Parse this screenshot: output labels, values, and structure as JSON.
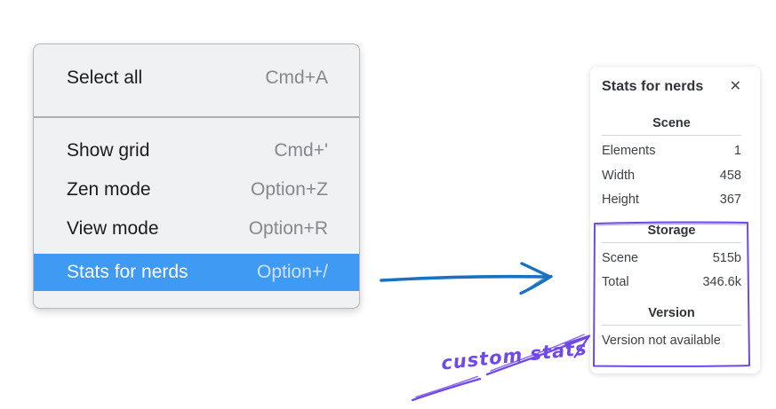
{
  "menu": {
    "items": [
      {
        "label": "Select all",
        "shortcut": "Cmd+A"
      },
      {
        "label": "Show grid",
        "shortcut": "Cmd+'"
      },
      {
        "label": "Zen mode",
        "shortcut": "Option+Z"
      },
      {
        "label": "View mode",
        "shortcut": "Option+R"
      },
      {
        "label": "Stats for nerds",
        "shortcut": "Option+/"
      }
    ],
    "highlighted_item": "Stats for nerds",
    "highlight_color": "#3e9af2"
  },
  "stats_panel": {
    "title": "Stats for nerds",
    "close_icon": "✕",
    "sections": [
      {
        "heading": "Scene",
        "rows": [
          {
            "label": "Elements",
            "value": "1"
          },
          {
            "label": "Width",
            "value": "458"
          },
          {
            "label": "Height",
            "value": "367"
          }
        ]
      },
      {
        "heading": "Storage",
        "rows": [
          {
            "label": "Scene",
            "value": "515b"
          },
          {
            "label": "Total",
            "value": "346.6k"
          }
        ]
      },
      {
        "heading": "Version",
        "note": "Version not available"
      }
    ]
  },
  "annotations": {
    "custom_stats_label": "custom stats",
    "purple_color": "#7048e8",
    "blue_arrow_color": "#1971c2"
  }
}
